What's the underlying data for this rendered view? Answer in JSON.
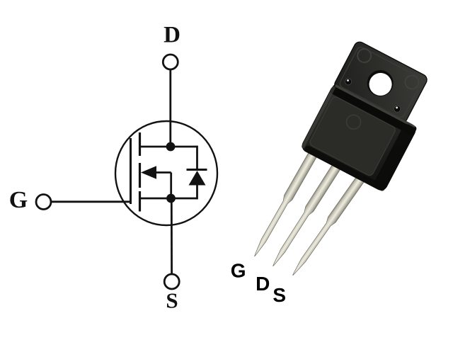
{
  "figure": {
    "left_icon": "n-channel-mosfet-schematic-symbol",
    "right_icon": "to-220-transistor-package"
  },
  "schematic": {
    "drain_label": "D",
    "gate_label": "G",
    "source_label": "S"
  },
  "package": {
    "pin_labels": [
      "G",
      "D",
      "S"
    ]
  },
  "colors": {
    "background": "#ffffff",
    "schematic_line": "#121212",
    "label_text": "#000000",
    "plastic_dark": "#161614",
    "plastic_face": "#2b2b28",
    "pin_metal": "#d9d7cb",
    "hole_fill": "#ffffff"
  }
}
